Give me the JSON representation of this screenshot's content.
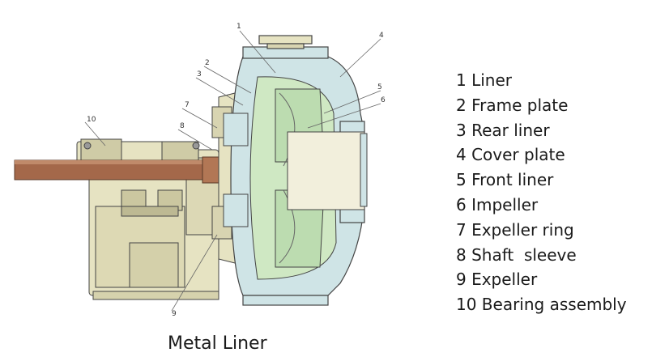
{
  "colors": {
    "casing": "#e6e3c2",
    "liner": "#cfe4e6",
    "impeller": "#cfe8c3",
    "shaft": "#a4684a",
    "outline": "#444444",
    "text": "#1a1a1a"
  },
  "callouts": [
    "1",
    "2",
    "3",
    "4",
    "5",
    "6",
    "7",
    "8",
    "9",
    "10"
  ],
  "legend": [
    {
      "label": "1 Liner"
    },
    {
      "label": "2 Frame plate"
    },
    {
      "label": "3 Rear liner"
    },
    {
      "label": "4 Cover plate"
    },
    {
      "label": "5 Front liner"
    },
    {
      "label": "6 Impeller"
    },
    {
      "label": "7 Expeller ring"
    },
    {
      "label": "8 Shaft  sleeve"
    },
    {
      "label": "9 Expeller"
    },
    {
      "label": "10 Bearing assembly"
    }
  ],
  "caption": "Metal Liner"
}
